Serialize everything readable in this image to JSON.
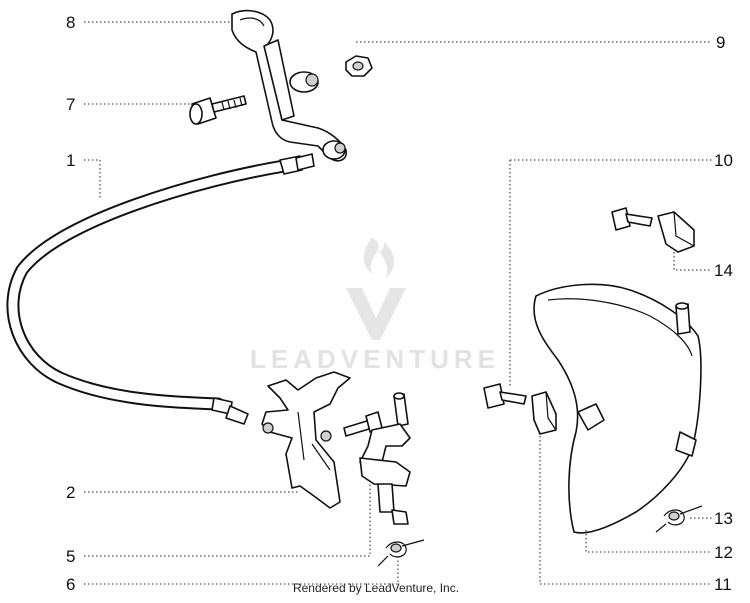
{
  "watermark": {
    "brand": "LEADVENTURE"
  },
  "footer": {
    "credit": "Rendered by LeadVenture, Inc."
  },
  "callouts": [
    {
      "id": "1",
      "label": "1"
    },
    {
      "id": "2",
      "label": "2"
    },
    {
      "id": "5",
      "label": "5"
    },
    {
      "id": "6",
      "label": "6"
    },
    {
      "id": "7",
      "label": "7"
    },
    {
      "id": "8",
      "label": "8"
    },
    {
      "id": "9",
      "label": "9"
    },
    {
      "id": "10",
      "label": "10"
    },
    {
      "id": "11",
      "label": "11"
    },
    {
      "id": "12",
      "label": "12"
    },
    {
      "id": "13",
      "label": "13"
    },
    {
      "id": "14",
      "label": "14"
    }
  ],
  "colors": {
    "line": "#111111",
    "watermark": "#e2e2e2",
    "background": "#ffffff"
  }
}
